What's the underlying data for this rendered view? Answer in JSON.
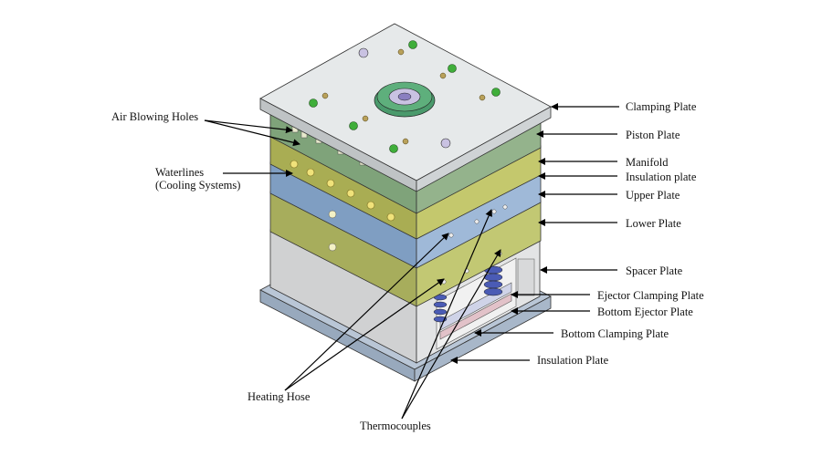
{
  "diagram": {
    "labels": {
      "clamping_plate": "Clamping Plate",
      "piston_plate": "Piston Plate",
      "manifold": "Manifold",
      "insulation_plate_upper": "Insulation plate",
      "upper_plate": "Upper Plate",
      "lower_plate": "Lower Plate",
      "spacer_plate": "Spacer Plate",
      "ejector_clamping_plate": "Ejector Clamping Plate",
      "bottom_ejector_plate": "Bottom Ejector Plate",
      "bottom_clamping_plate": "Bottom Clamping Plate",
      "insulation_plate_lower": "Insulation Plate",
      "air_blowing_holes": "Air Blowing Holes",
      "waterlines_line1": "Waterlines",
      "waterlines_line2": "(Cooling Systems)",
      "heating_hose": "Heating Hose",
      "thermocouples": "Thermocouples"
    },
    "colors": {
      "clamping": "#d6dadc",
      "piston": "#7fa37a",
      "manifold": "#a9ad53",
      "upper": "#7f9ec2",
      "lower": "#aab060",
      "spacer": "#c9cbcc",
      "insulation": "#a8b7c9",
      "nozzle": "#4a9a6c",
      "spring": "#4a5bb5",
      "bolt_green": "#3fae3a",
      "hole_yellow": "#f0e27a"
    }
  }
}
